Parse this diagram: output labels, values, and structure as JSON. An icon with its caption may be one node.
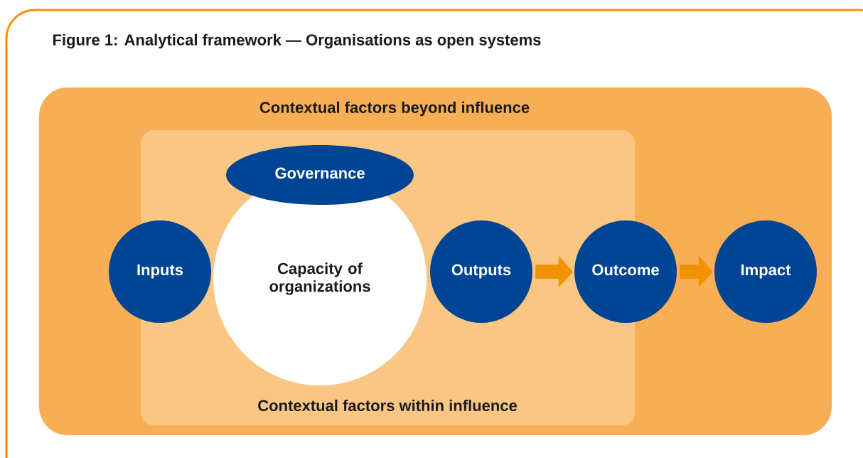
{
  "diagram": {
    "title": "Figure 1: Analytical framework — Organisations as open systems",
    "nodes": [
      {
        "text": [
          "Contextual factors beyond influence"
        ]
      },
      {
        "text": [
          "Contextual factors within influence"
        ],
        "in": 0
      },
      {
        "text": [
          "Inputs"
        ],
        "in": 0
      },
      {
        "text": [
          "Capacity of organizations"
        ],
        "in": 1
      },
      {
        "text": [
          "Governance"
        ],
        "in": 1
      },
      {
        "text": [
          "Outputs"
        ],
        "in": 1
      },
      {
        "text": [
          "Outcome"
        ],
        "in": 0
      },
      {
        "text": [
          "Impact"
        ],
        "in": 0
      }
    ],
    "edges": [
      {
        "from": 5,
        "to": 6,
        "arrow": "to"
      },
      {
        "from": 6,
        "to": 7,
        "arrow": "to"
      }
    ]
  }
}
